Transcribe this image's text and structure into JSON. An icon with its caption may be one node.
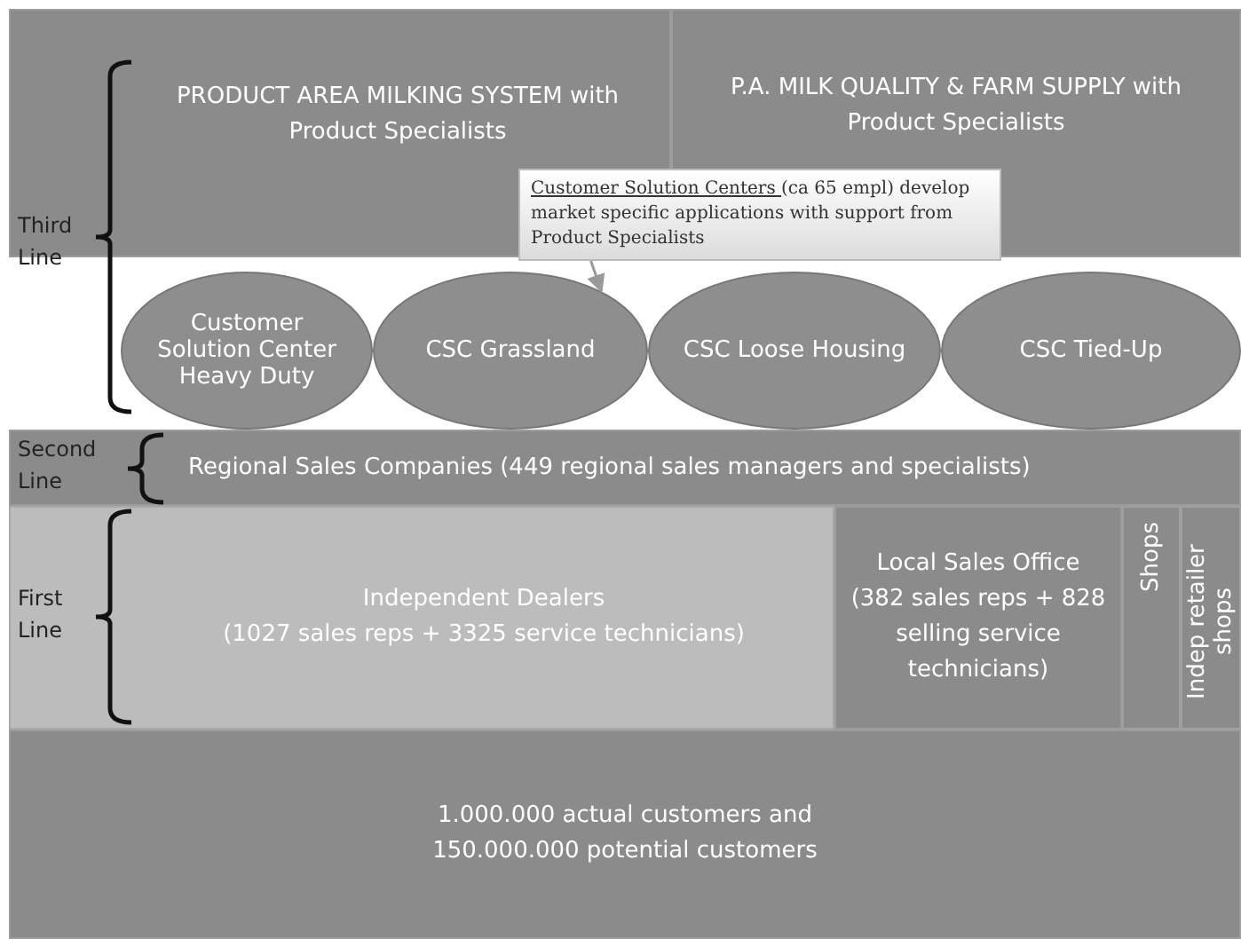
{
  "diagram": {
    "nodes": [
      {
        "text": [
          "PRODUCT AREA MILKING SYSTEM with Product Specialists"
        ]
      },
      {
        "text": [
          "P.A. MILK QUALITY & FARM SUPPLY with Product Specialists"
        ]
      },
      {
        "text": [
          "Customer Solution Centers",
          "(ca 65 empl) develop market specific applications with support from Product Specialists"
        ]
      },
      {
        "text": [
          "Customer Solution Center Heavy Duty"
        ]
      },
      {
        "text": [
          "CSC Grassland"
        ]
      },
      {
        "text": [
          "CSC Loose Housing"
        ]
      },
      {
        "text": [
          "CSC Tied-Up"
        ]
      },
      {
        "text": [
          "Regional Sales Companies (449 regional sales managers and specialists)"
        ]
      },
      {
        "text": [
          "Independent Dealers",
          "(1027 sales reps + 3325 service technicians)"
        ]
      },
      {
        "text": [
          "Local Sales Office",
          "(382 sales reps + 828 selling service technicians)"
        ]
      },
      {
        "text": [
          "Shops"
        ]
      },
      {
        "text": [
          "Indep retailer shops"
        ]
      },
      {
        "text": [
          "1.000.000 actual customers and 150.000.000 potential customers"
        ]
      }
    ],
    "edges": [
      {
        "from": 2,
        "to": 4,
        "arrow": "to"
      }
    ],
    "labels": [
      "Third Line",
      "Second Line",
      "First Line"
    ]
  }
}
